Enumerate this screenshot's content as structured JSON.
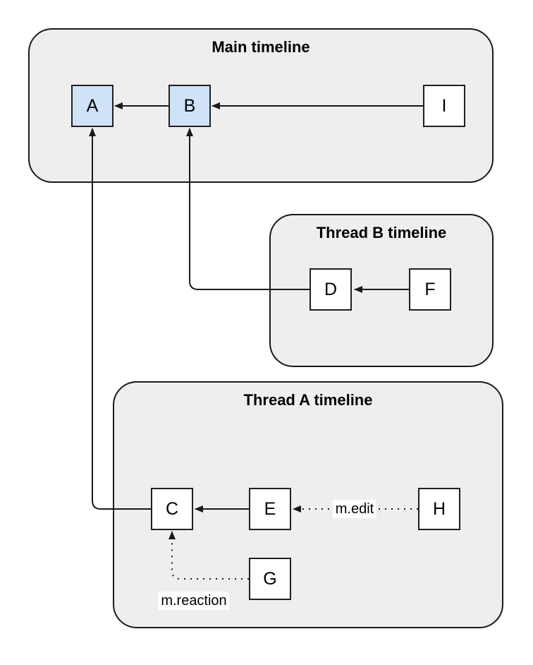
{
  "containers": {
    "main": {
      "title": "Main timeline"
    },
    "thread_b": {
      "title": "Thread B timeline"
    },
    "thread_a": {
      "title": "Thread A timeline"
    }
  },
  "nodes": {
    "A": {
      "label": "A",
      "highlighted": true,
      "container": "main"
    },
    "B": {
      "label": "B",
      "highlighted": true,
      "container": "main"
    },
    "I": {
      "label": "I",
      "highlighted": false,
      "container": "main"
    },
    "D": {
      "label": "D",
      "highlighted": false,
      "container": "thread_b"
    },
    "F": {
      "label": "F",
      "highlighted": false,
      "container": "thread_b"
    },
    "C": {
      "label": "C",
      "highlighted": false,
      "container": "thread_a"
    },
    "E": {
      "label": "E",
      "highlighted": false,
      "container": "thread_a"
    },
    "H": {
      "label": "H",
      "highlighted": false,
      "container": "thread_a"
    },
    "G": {
      "label": "G",
      "highlighted": false,
      "container": "thread_a"
    }
  },
  "edges": [
    {
      "from": "B",
      "to": "A",
      "style": "solid",
      "label": ""
    },
    {
      "from": "I",
      "to": "B",
      "style": "solid",
      "label": ""
    },
    {
      "from": "D",
      "to": "B",
      "style": "solid",
      "label": ""
    },
    {
      "from": "F",
      "to": "D",
      "style": "solid",
      "label": ""
    },
    {
      "from": "C",
      "to": "A",
      "style": "solid",
      "label": ""
    },
    {
      "from": "E",
      "to": "C",
      "style": "solid",
      "label": ""
    },
    {
      "from": "H",
      "to": "E",
      "style": "dotted",
      "label": "m.edit"
    },
    {
      "from": "G",
      "to": "C",
      "style": "dotted",
      "label": "m.reaction"
    }
  ],
  "colors": {
    "container_fill": "#eeeeee",
    "container_border": "#1a1a1a",
    "node_fill": "#ffffff",
    "node_fill_highlight": "#cfe2f7",
    "node_border": "#1f1f1f",
    "edge": "#1a1a1a",
    "label_bg": "#ffffff",
    "text": "#000000"
  }
}
